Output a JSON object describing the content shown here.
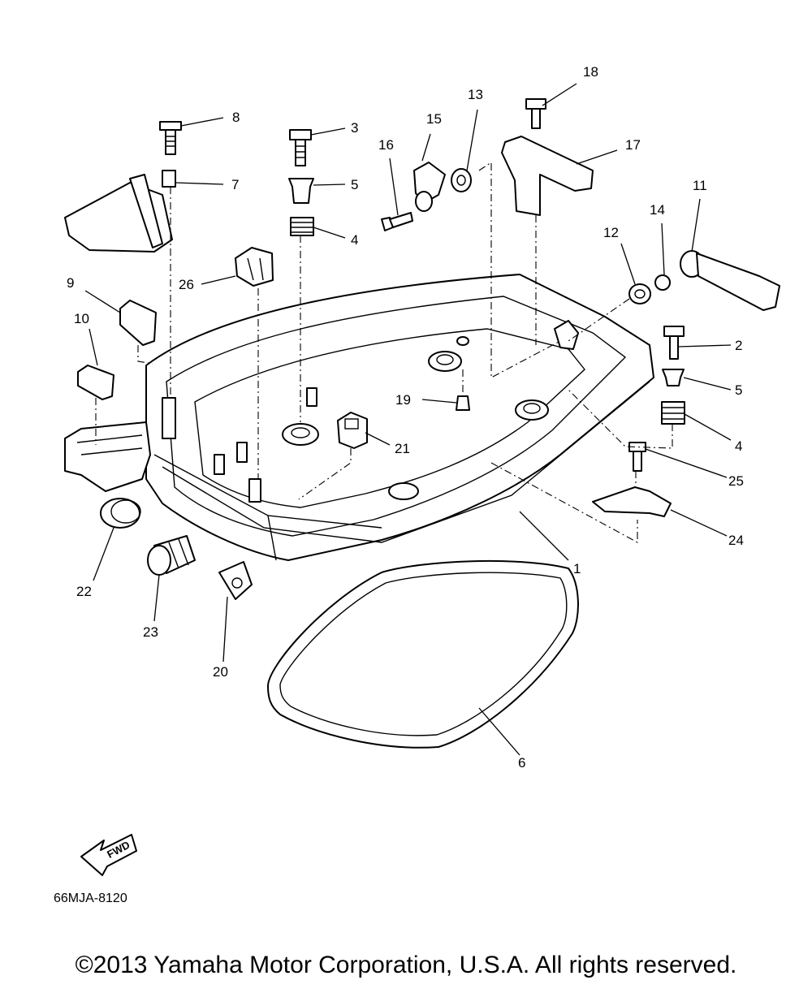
{
  "diagram": {
    "drawing_code": "66MJA-8120",
    "direction_label": "FWD",
    "callouts": [
      "1",
      "2",
      "3",
      "4",
      "4",
      "5",
      "5",
      "6",
      "7",
      "8",
      "9",
      "10",
      "11",
      "12",
      "13",
      "14",
      "15",
      "16",
      "17",
      "18",
      "19",
      "20",
      "21",
      "22",
      "23",
      "24",
      "25",
      "26"
    ]
  },
  "footer": {
    "copyright": "©2013 Yamaha Motor Corporation, U.S.A. All rights reserved."
  }
}
